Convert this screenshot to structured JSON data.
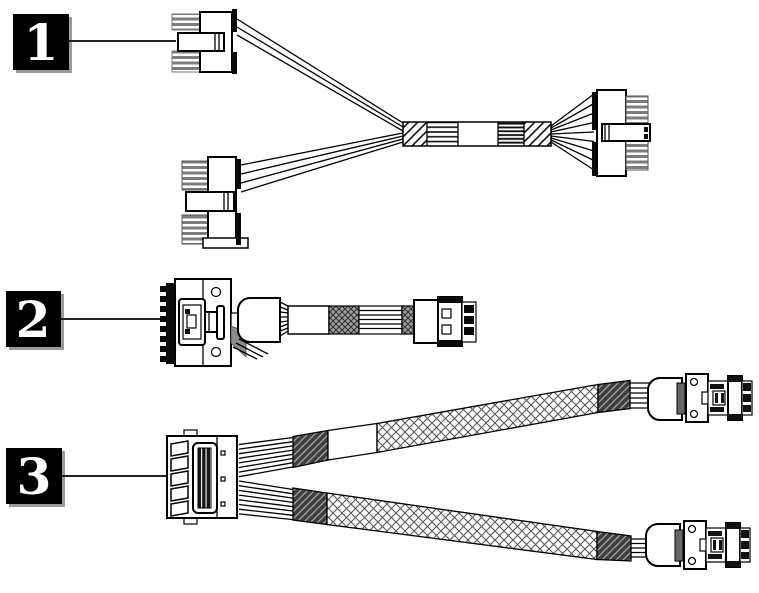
{
  "figure": {
    "kind": "cable line-art diagram",
    "background": "#ffffff",
    "line_color": "#000000"
  },
  "colors": {
    "callout_box": "#000000",
    "callout_number": "#ffffff",
    "callout_shadow": "#9a9a9a"
  },
  "callouts": [
    {
      "label": "1"
    },
    {
      "label": "2"
    },
    {
      "label": "3"
    }
  ],
  "items": [
    {
      "callout": "1",
      "name": "cable-assembly-1"
    },
    {
      "callout": "2",
      "name": "cable-assembly-2"
    },
    {
      "callout": "3",
      "name": "cable-assembly-3"
    }
  ]
}
